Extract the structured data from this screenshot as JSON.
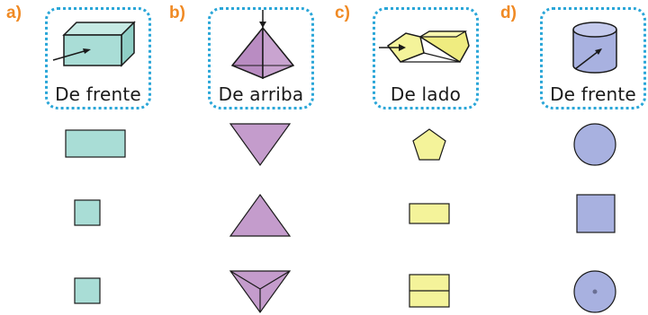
{
  "exercises": [
    {
      "letter": "a)",
      "view_label": "De frente",
      "solid": "rectangular-prism",
      "color": "#A9DDD6",
      "options": [
        "rectangle",
        "square",
        "square"
      ]
    },
    {
      "letter": "b)",
      "view_label": "De arriba",
      "solid": "triangular-pyramid",
      "color": "#C49CCC",
      "options": [
        "triangle-down",
        "triangle-up",
        "triangle-down-with-edges"
      ]
    },
    {
      "letter": "c)",
      "view_label": "De lado",
      "solid": "pentagonal-prism",
      "color": "#F4F39A",
      "options": [
        "pentagon",
        "rectangle",
        "rectangle-split"
      ]
    },
    {
      "letter": "d)",
      "view_label": "De frente",
      "solid": "cylinder",
      "color": "#A8B1E0",
      "options": [
        "circle",
        "square",
        "circle-with-center"
      ]
    }
  ],
  "colors": {
    "accent_letters": "#F08A24",
    "card_border": "#2AA6D8",
    "stroke": "#1a1a1a"
  }
}
